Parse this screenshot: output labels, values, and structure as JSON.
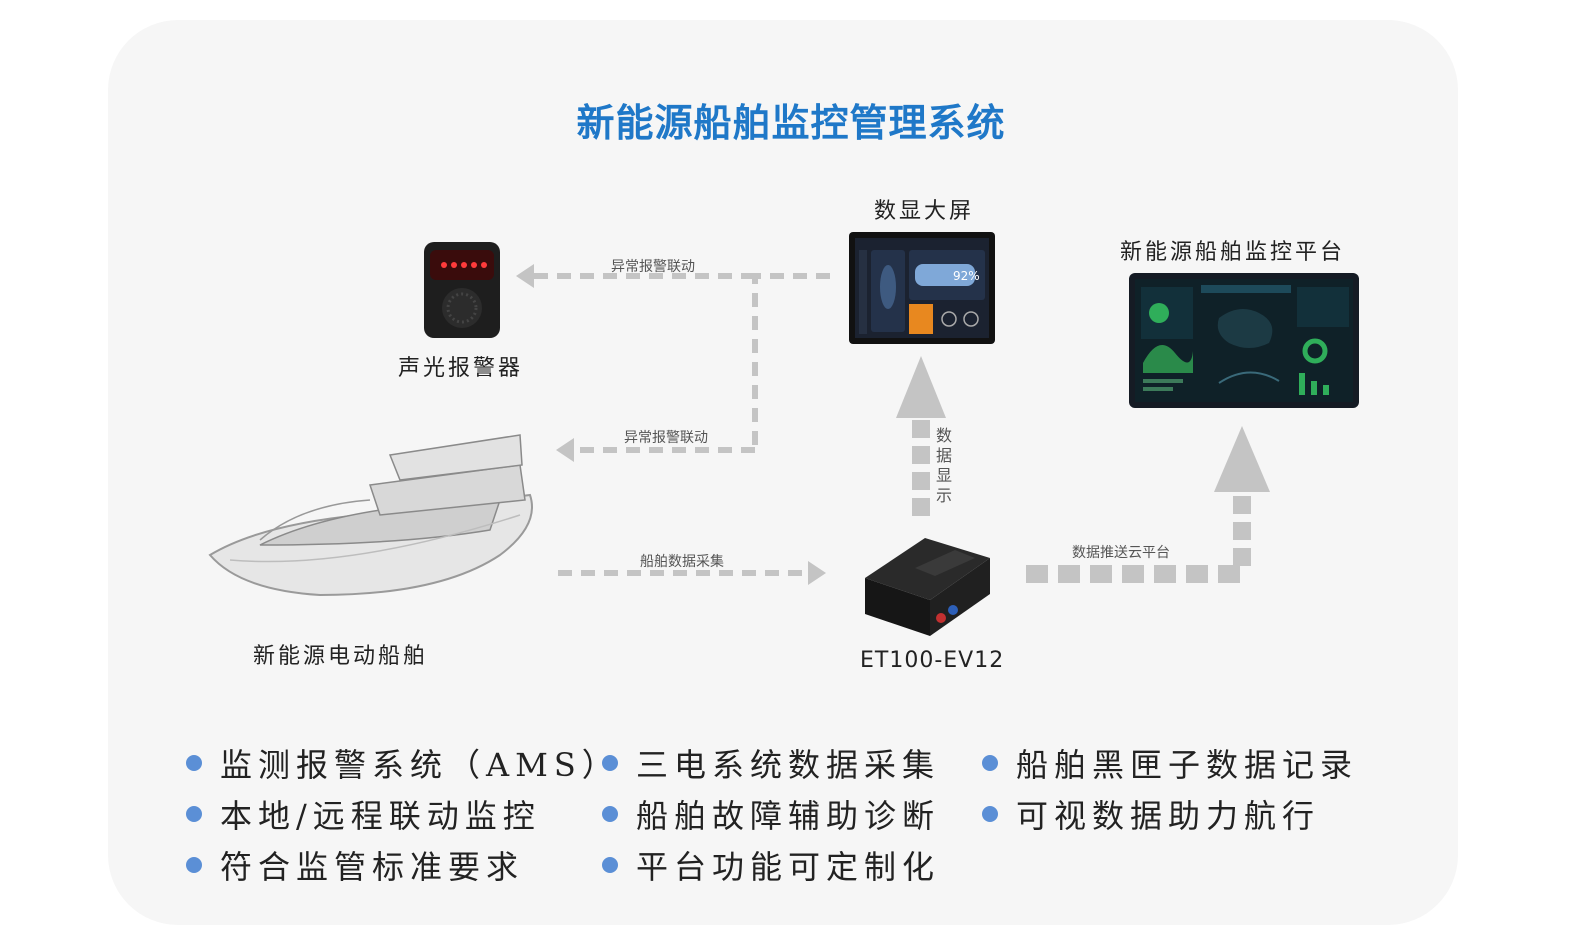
{
  "title": "新能源船舶监控管理系统",
  "nodes": {
    "big_screen": "数显大屏",
    "platform": "新能源船舶监控平台",
    "alarm": "声光报警器",
    "boat": "新能源电动船舶",
    "device": "ET100-EV12"
  },
  "screen_value": "92%",
  "flows": {
    "alarm_link_top": "异常报警联动",
    "alarm_link_bottom": "异常报警联动",
    "collect": "船舶数据采集",
    "display": "数据显示",
    "push": "数据推送云平台"
  },
  "features": [
    "监测报警系统（AMS）",
    "三电系统数据采集",
    "船舶黑匣子数据记录",
    "本地/远程联动监控",
    "船舶故障辅助诊断",
    "可视数据助力航行",
    "符合监管标准要求",
    "平台功能可定制化"
  ],
  "colors": {
    "title": "#1f78c8",
    "bullet": "#5b8fd6",
    "arrow": "#c8c8c8"
  }
}
